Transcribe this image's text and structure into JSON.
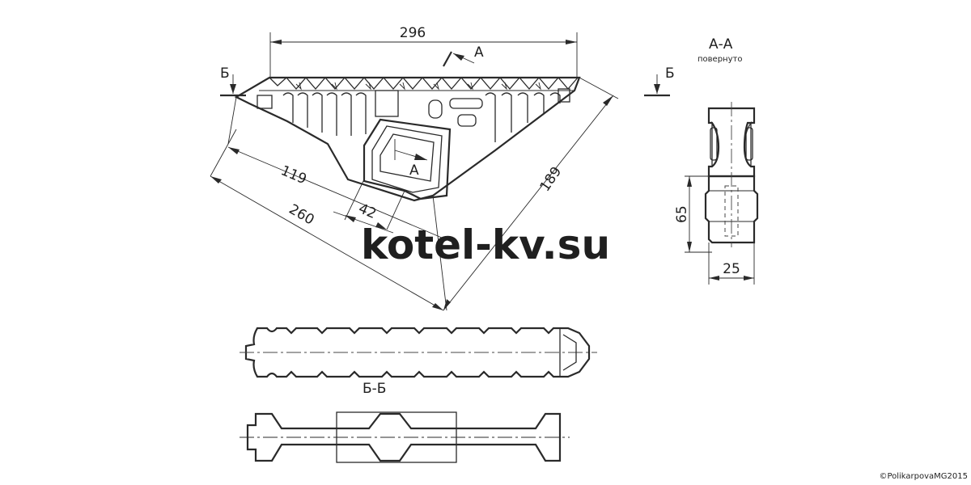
{
  "dimensions": {
    "d296": "296",
    "d119": "119",
    "d260": "260",
    "d42": "42",
    "d189": "189",
    "d65": "65",
    "d25": "25"
  },
  "labels": {
    "section_b_left": "Б",
    "section_b_right": "Б",
    "cut_a_top": "А",
    "cut_a_inner": "А",
    "section_aa_title": "А-А",
    "section_aa_note": "повернуто",
    "section_bb_title": "Б-Б"
  },
  "watermark": "kotel-kv.su",
  "copyright": "©PolikarpovaMG2015"
}
